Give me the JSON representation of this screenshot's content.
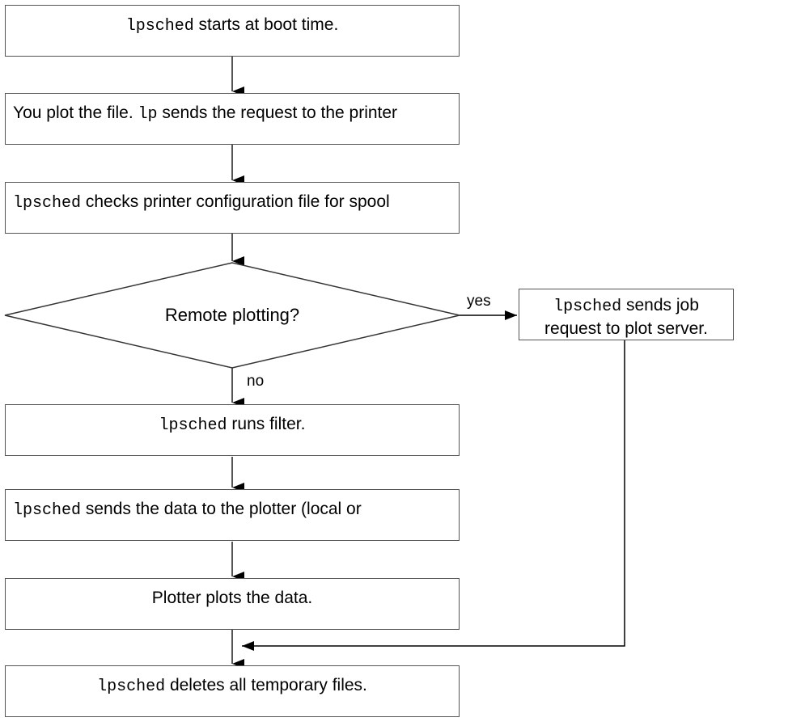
{
  "diagram": {
    "title": "lpsched plotting flowchart",
    "type": "flowchart",
    "orientation": "top-to-bottom",
    "colors": {
      "background": "#ffffff",
      "box_border": "#555555",
      "line": "#000000",
      "text": "#000000"
    }
  },
  "nodes": {
    "start": {
      "shape": "process",
      "mono_prefix": "lpsched",
      "text": " starts at boot time."
    },
    "plot": {
      "shape": "process",
      "prose_prefix": "You plot the file. ",
      "mono": "lp",
      "text": " sends the request to the printer"
    },
    "check": {
      "shape": "process",
      "mono_prefix": "lpsched",
      "text": " checks printer configuration file for spool"
    },
    "decision": {
      "shape": "diamond",
      "text": "Remote plotting?"
    },
    "server": {
      "shape": "process",
      "mono_prefix": "lpsched",
      "line1_rest": " sends job",
      "line2": "request to plot server."
    },
    "filter": {
      "shape": "process",
      "mono_prefix": "lpsched",
      "text": " runs filter."
    },
    "senddata": {
      "shape": "process",
      "mono_prefix": "lpsched",
      "text": " sends the data to the plotter (local or"
    },
    "plotter": {
      "shape": "process",
      "text": "Plotter plots the data."
    },
    "delete": {
      "shape": "process",
      "mono_prefix": "lpsched",
      "text": " deletes all temporary files."
    }
  },
  "edge_labels": {
    "yes": "yes",
    "no": "no"
  },
  "edges": [
    {
      "from": "start",
      "to": "plot",
      "label": ""
    },
    {
      "from": "plot",
      "to": "check",
      "label": ""
    },
    {
      "from": "check",
      "to": "decision",
      "label": ""
    },
    {
      "from": "decision",
      "to": "server",
      "label": "yes"
    },
    {
      "from": "decision",
      "to": "filter",
      "label": "no"
    },
    {
      "from": "filter",
      "to": "senddata",
      "label": ""
    },
    {
      "from": "senddata",
      "to": "plotter",
      "label": ""
    },
    {
      "from": "plotter",
      "to": "delete",
      "label": ""
    },
    {
      "from": "server",
      "to": "delete",
      "label": ""
    }
  ]
}
